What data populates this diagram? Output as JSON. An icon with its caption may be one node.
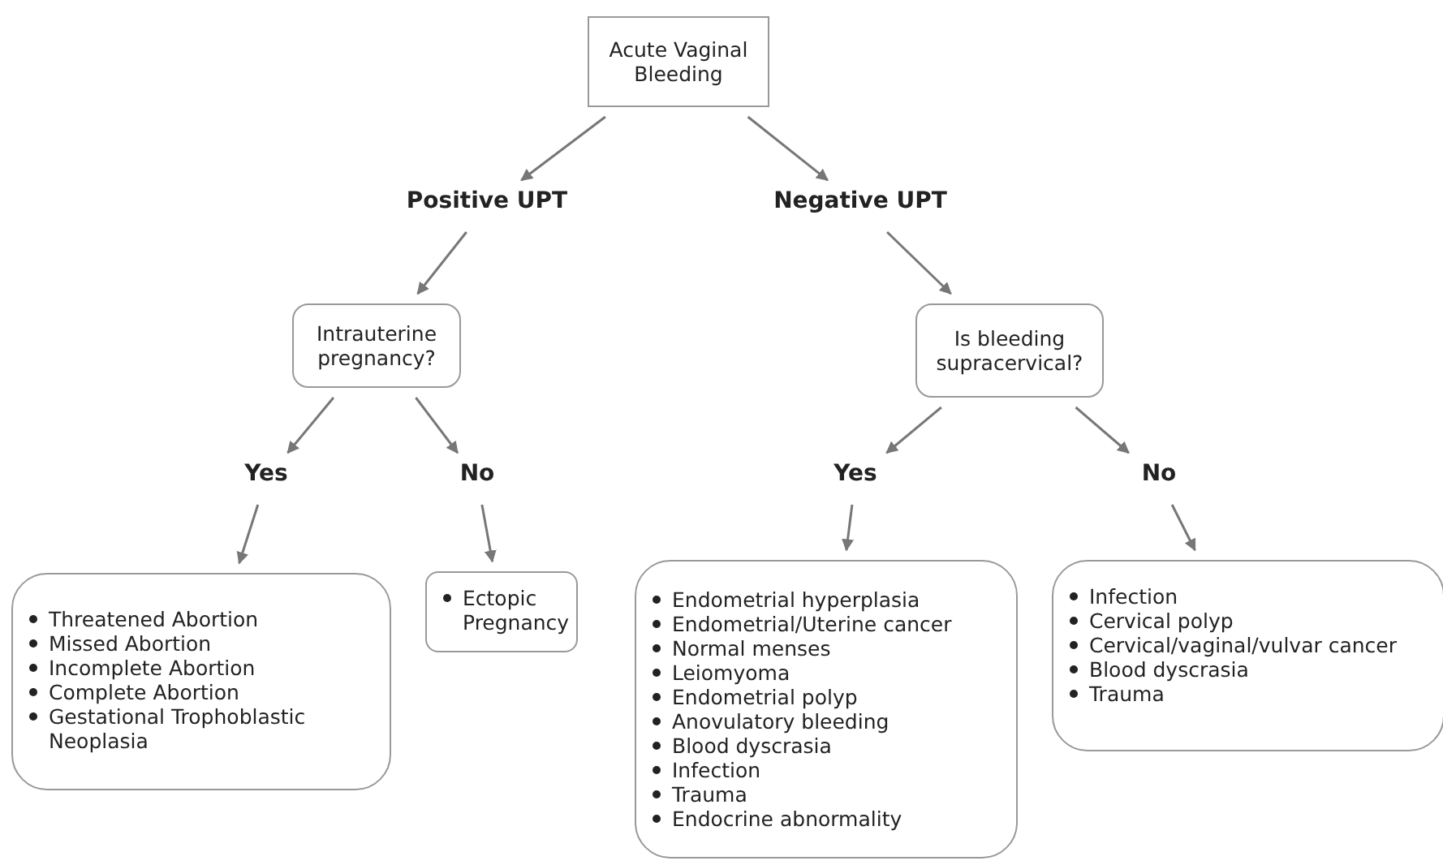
{
  "diagram": {
    "nodes": [
      {
        "text": [
          "Acute Vaginal Bleeding"
        ]
      },
      {
        "text": [
          "Positive UPT"
        ]
      },
      {
        "text": [
          "Negative UPT"
        ]
      },
      {
        "text": [
          "Intrauterine pregnancy?"
        ]
      },
      {
        "text": [
          "Is bleeding supracervical?"
        ]
      },
      {
        "text": [
          "Yes"
        ]
      },
      {
        "text": [
          "No"
        ]
      },
      {
        "text": [
          "Yes"
        ]
      },
      {
        "text": [
          "No"
        ]
      },
      {
        "text": [
          "Threatened Abortion",
          "Missed Abortion",
          "Incomplete Abortion",
          "Complete Abortion",
          "Gestational Trophoblastic Neoplasia"
        ]
      },
      {
        "text": [
          "Ectopic Pregnancy"
        ]
      },
      {
        "text": [
          "Endometrial hyperplasia",
          "Endometrial/Uterine cancer",
          "Normal menses",
          "Leiomyoma",
          "Endometrial polyp",
          "Anovulatory bleeding",
          "Blood dyscrasia",
          "Infection",
          "Trauma",
          "Endocrine abnormality"
        ]
      },
      {
        "text": [
          "Infection",
          "Cervical polyp",
          "Cervical/vaginal/vulvar cancer",
          "Blood dyscrasia",
          "Trauma"
        ]
      }
    ],
    "edges": [
      {
        "from": 0,
        "to": 1,
        "arrow": "to"
      },
      {
        "from": 0,
        "to": 2,
        "arrow": "to"
      },
      {
        "from": 1,
        "to": 3,
        "arrow": "to"
      },
      {
        "from": 2,
        "to": 4,
        "arrow": "to"
      },
      {
        "from": 3,
        "to": 5,
        "arrow": "to"
      },
      {
        "from": 3,
        "to": 6,
        "arrow": "to"
      },
      {
        "from": 4,
        "to": 7,
        "arrow": "to"
      },
      {
        "from": 4,
        "to": 8,
        "arrow": "to"
      },
      {
        "from": 5,
        "to": 9,
        "arrow": "to"
      },
      {
        "from": 6,
        "to": 10,
        "arrow": "to"
      },
      {
        "from": 7,
        "to": 11,
        "arrow": "to"
      },
      {
        "from": 8,
        "to": 12,
        "arrow": "to"
      }
    ]
  }
}
